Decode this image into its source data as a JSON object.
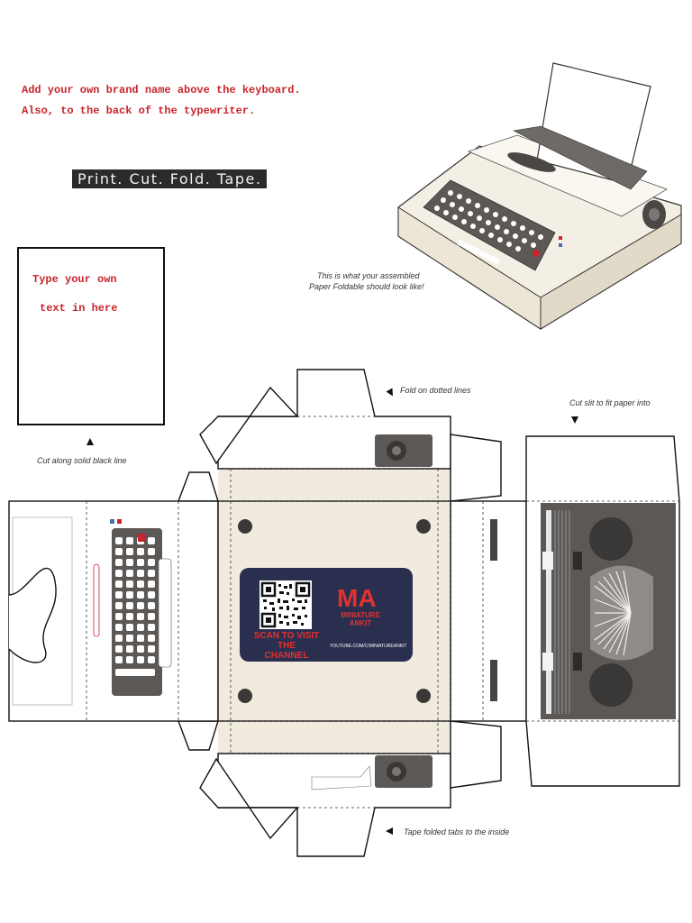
{
  "header": {
    "instruction_line1": "Add your own brand name above the keyboard.",
    "instruction_line2": "Also, to the back of the typewriter.",
    "banner": "Print. Cut. Fold. Tape."
  },
  "paper_card": {
    "line1": "Type your own",
    "line2": "text in here"
  },
  "notes": {
    "assembled_line1": "This is what your assembled",
    "assembled_line2": "Paper Foldable should look like!",
    "cut_solid": "Cut along solid black line",
    "fold_dotted": "Fold on dotted lines",
    "cut_slit": "Cut slit to fit paper into",
    "tape_tabs": "Tape folded tabs to the inside"
  },
  "brand_card": {
    "logo": "MA",
    "logo_sub": "MINIATURE ANKIT",
    "scan_line1": "SCAN TO VISIT THE",
    "scan_line2": "CHANNEL",
    "url": "YOUTUBE.COM/C/MINIATUREANKIT"
  },
  "colors": {
    "accent_red": "#c8242b",
    "net_beige": "#f1ebdf",
    "card_navy": "#2a2f4f",
    "mechanism_gray": "#5b5856"
  }
}
